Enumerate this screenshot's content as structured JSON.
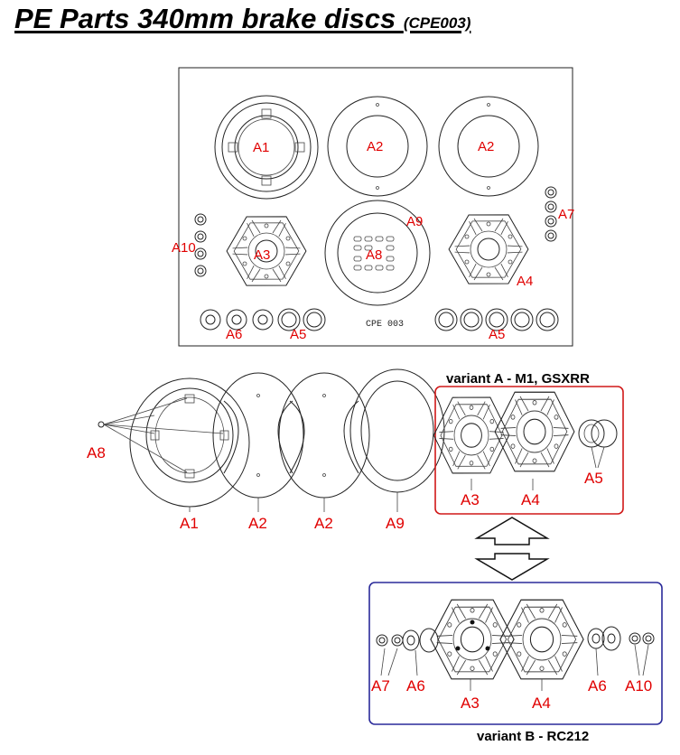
{
  "title": {
    "main": "PE Parts 340mm brake discs ",
    "code": "(CPE003)"
  },
  "sheet": {
    "code": "CPE 003",
    "labels": {
      "a1": "A1",
      "a2": "A2",
      "a3": "A3",
      "a4": "A4",
      "a5": "A5",
      "a6": "A6",
      "a7": "A7",
      "a8": "A8",
      "a9": "A9",
      "a10": "A10"
    }
  },
  "exploded": {
    "labels": {
      "a8": "A8",
      "a1": "A1",
      "a2": "A2",
      "a9": "A9"
    }
  },
  "variant_a": {
    "name": "variant A - M1, GSXRR",
    "labels": {
      "a3": "A3",
      "a4": "A4",
      "a5": "A5"
    },
    "border_color": "#d01818"
  },
  "variant_b": {
    "name": "variant B - RC212",
    "labels": {
      "a7": "A7",
      "a6": "A6",
      "a3": "A3",
      "a4": "A4",
      "a10": "A10"
    },
    "border_color": "#2a2a9a"
  }
}
